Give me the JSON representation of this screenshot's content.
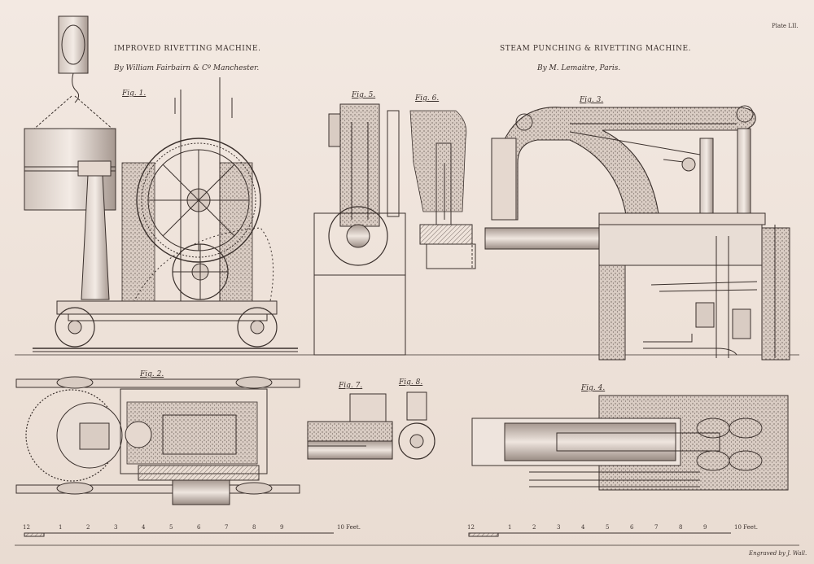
{
  "plate_label": "Plate LII.",
  "left_title": "IMPROVED RIVETTING MACHINE.",
  "left_byline": "By William Fairbairn & Cº Manchester.",
  "right_title": "STEAM PUNCHING & RIVETTING MACHINE.",
  "right_byline": "By M. Lemaitre, Paris.",
  "fig_labels": {
    "fig1": "Fig. 1.",
    "fig2": "Fig. 2.",
    "fig3": "Fig. 3.",
    "fig4": "Fig. 4.",
    "fig5": "Fig. 5.",
    "fig6": "Fig. 6.",
    "fig7": "Fig. 7.",
    "fig8": "Fig. 8."
  },
  "scale_left": {
    "start": "12",
    "ticks": [
      "1",
      "2",
      "3",
      "4",
      "5",
      "6",
      "7",
      "8",
      "9"
    ],
    "end": "10 Feet."
  },
  "scale_right": {
    "start": "12",
    "ticks": [
      "1",
      "2",
      "3",
      "4",
      "5",
      "6",
      "7",
      "8",
      "9"
    ],
    "end": "10 Feet."
  },
  "engraver": "Engraved by J. Wall.",
  "colors": {
    "paper": "#efe4dc",
    "ink": "#3a302c",
    "shade": "#8a7e78"
  }
}
